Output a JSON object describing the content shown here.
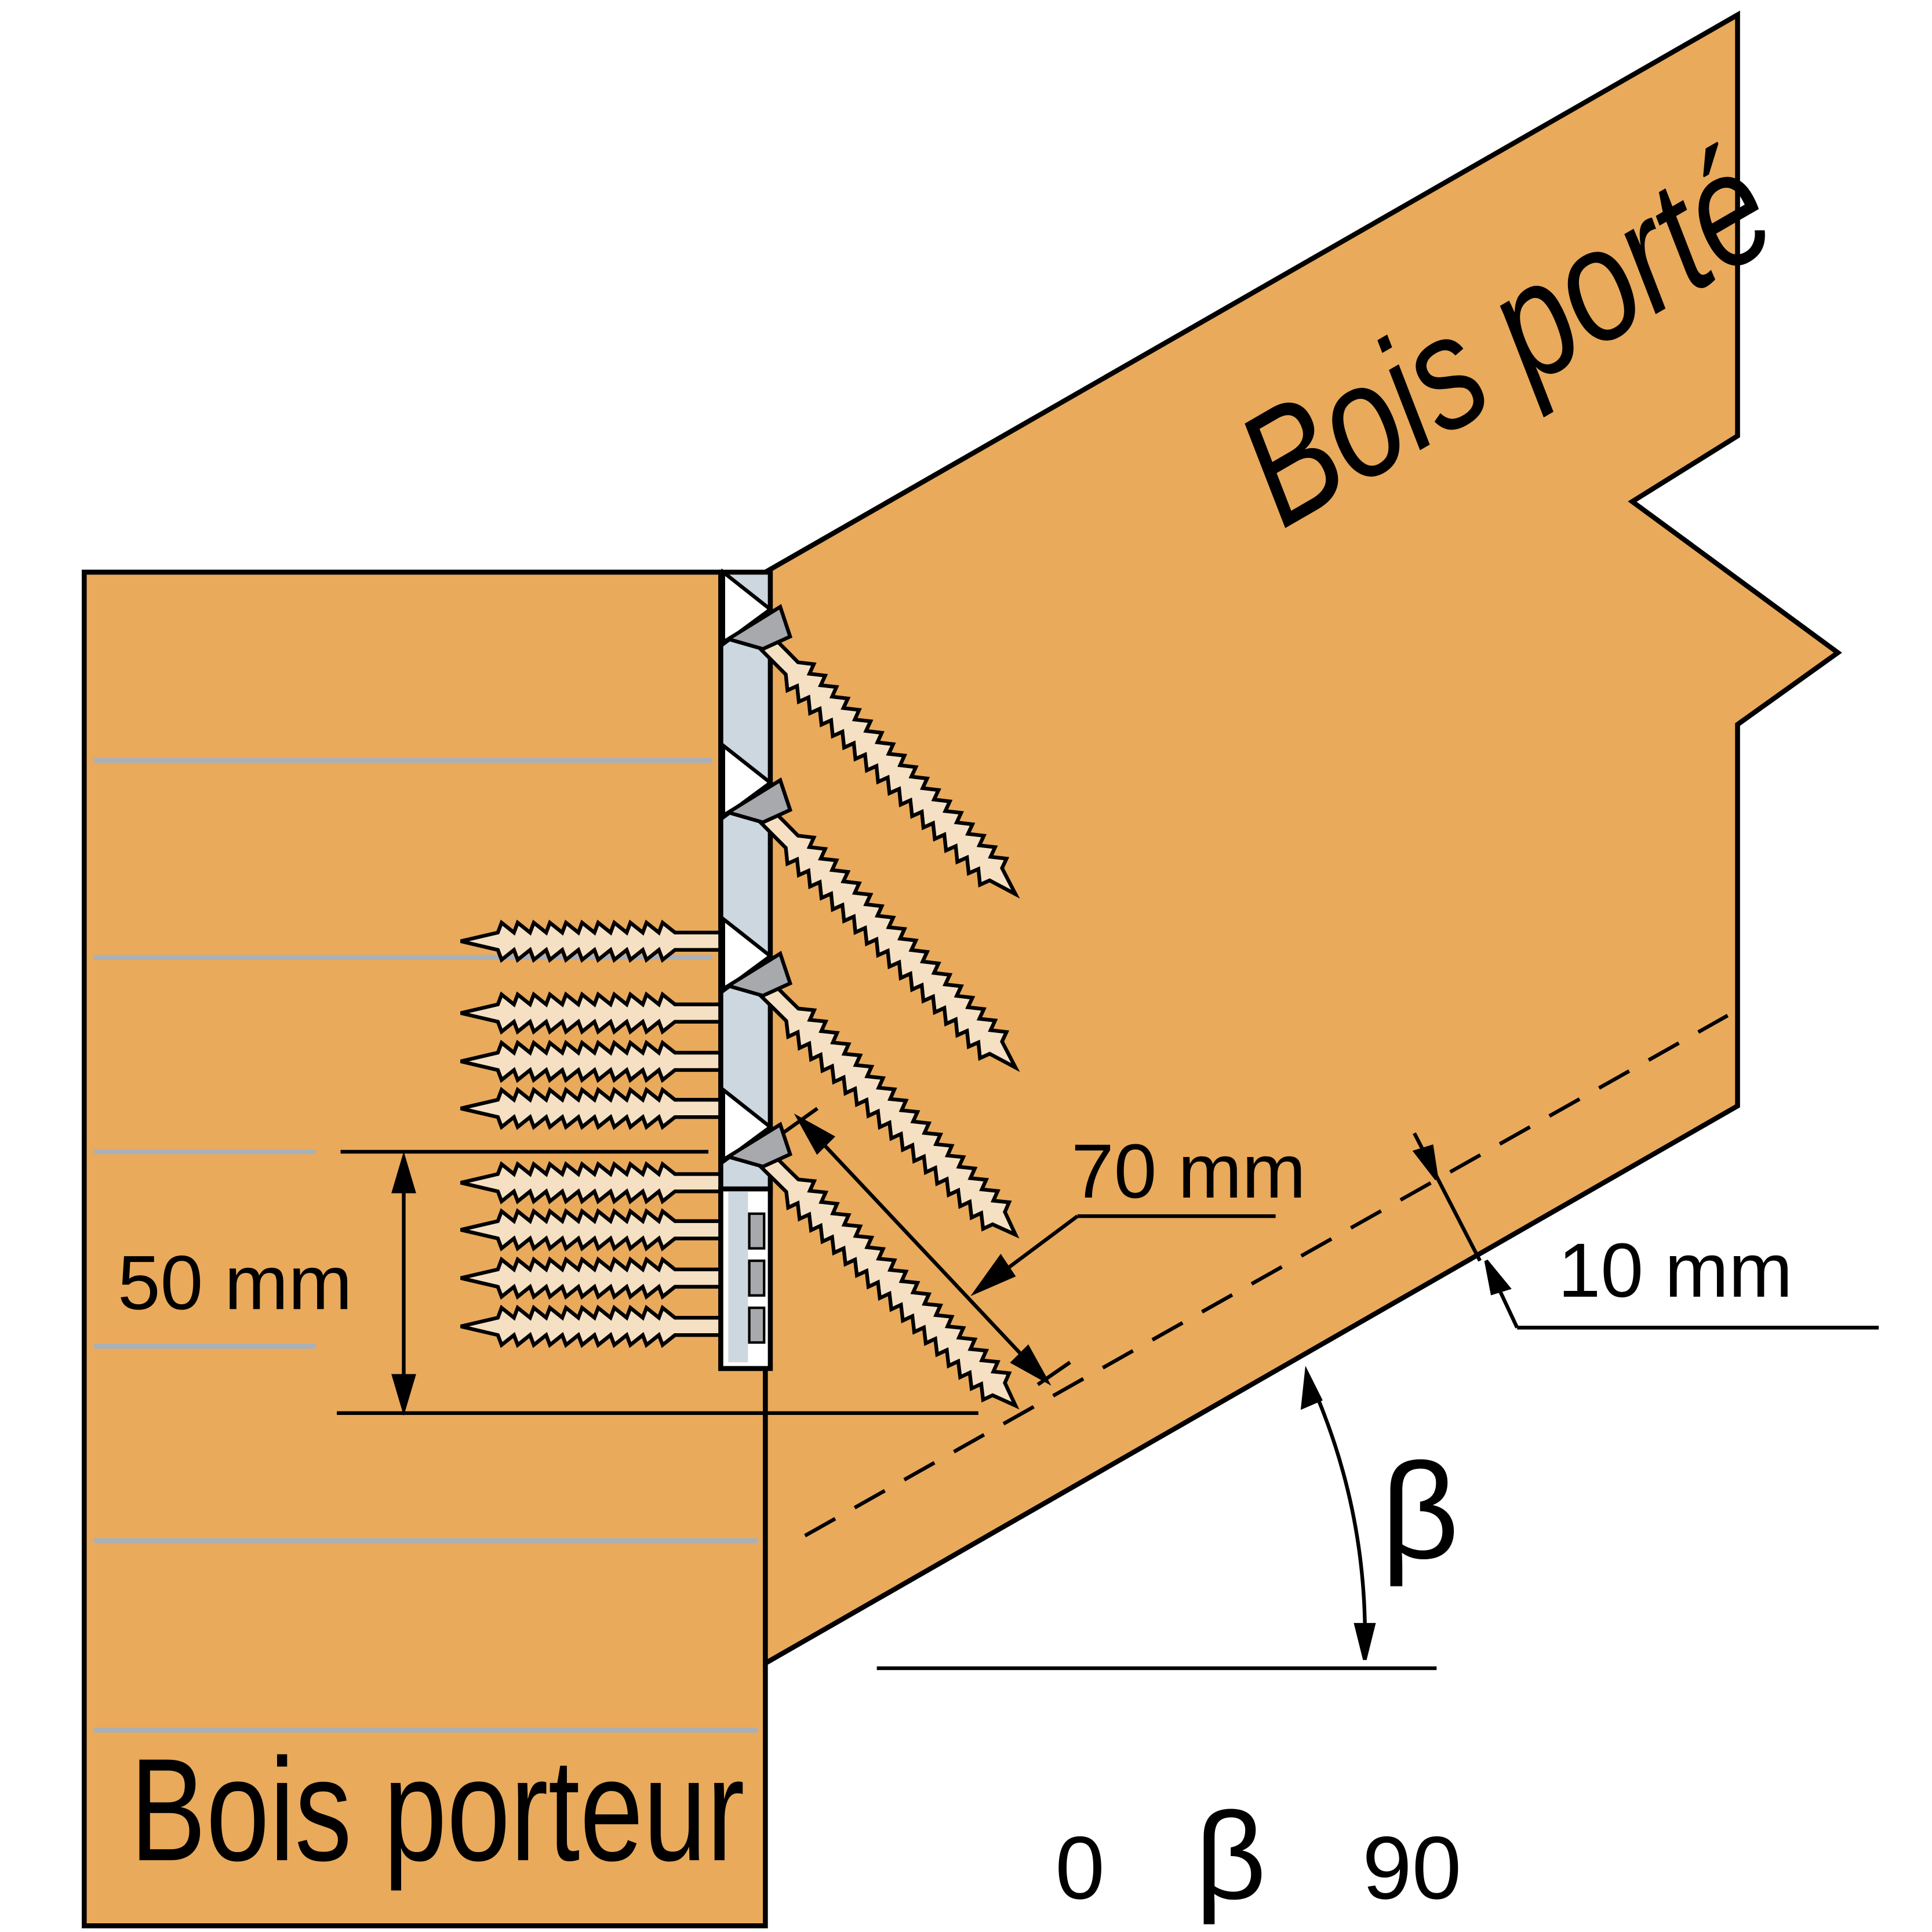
{
  "labels": {
    "carried_timber": "Bois porté",
    "supporting_timber": "Bois porteur",
    "dim_70": "70 mm",
    "dim_10": "10 mm",
    "dim_50": "50 mm",
    "angle_symbol": "β",
    "range_min": "0",
    "range_symbol": "β",
    "range_max": "90"
  },
  "colors": {
    "wood": "#E9AA5C",
    "screw": "#F5E0C3",
    "plate": "#CDD7E0",
    "screw_head": "#A7A9AC",
    "grain": "#A9B0B8"
  },
  "counts": {
    "angled_screws": 4,
    "horizontal_screws": 8
  }
}
